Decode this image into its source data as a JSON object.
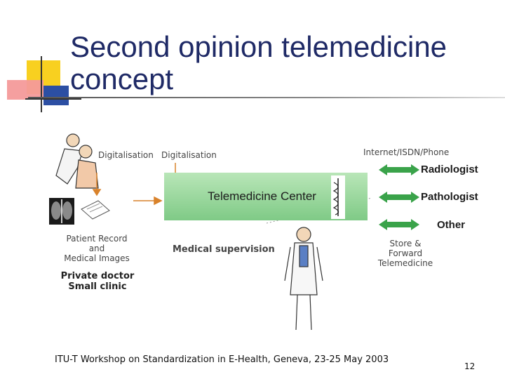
{
  "slide": {
    "title_line1": "Second opinion telemedicine",
    "title_line2": "concept",
    "footer": "ITU-T Workshop on Standardization in E-Health, Geneva, 23-25 May 2003",
    "page_number": "12"
  },
  "diagram": {
    "digitalisation_left": "Digitalisation",
    "digitalisation_center": "Digitalisation",
    "network": "Internet/ISDN/Phone",
    "center": "Telemedicine Center",
    "patient_record_line1": "Patient Record and",
    "patient_record_line2": "Medical Images",
    "private_line1": "Private doctor",
    "private_line2": "Small clinic",
    "supervision": "Medical supervision",
    "store_forward_line1": "Store & Forward",
    "store_forward_line2": "Telemedicine",
    "roles": [
      "Radiologist",
      "Pathologist",
      "Other"
    ]
  },
  "colors": {
    "title": "#1f2a66",
    "box": "#7fca86",
    "arrow_green": "#3aa34a",
    "arrow_orange": "#d9822b"
  }
}
